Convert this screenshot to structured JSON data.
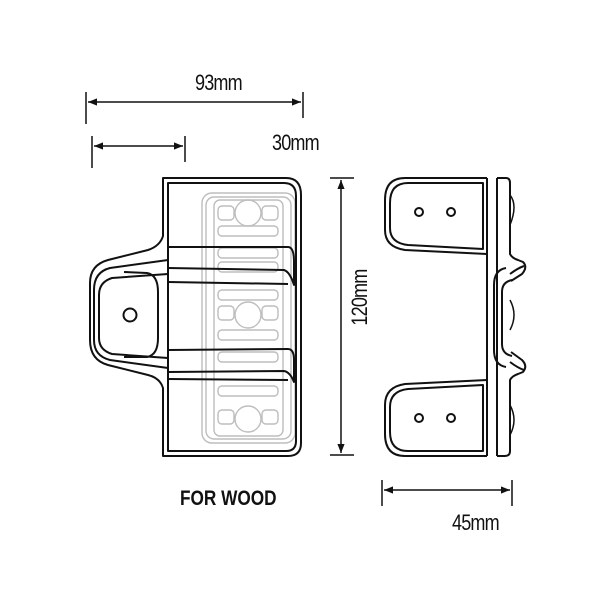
{
  "diagram": {
    "caption": "FOR WOOD",
    "dimensions": {
      "overall_width": "93mm",
      "tab_width": "30mm",
      "height": "120mm",
      "depth": "45mm"
    },
    "views": [
      {
        "name": "front-view",
        "description": "Bracket front with fold-out tab and hole"
      },
      {
        "name": "side-view",
        "description": "Bracket side with two mounting plates, each with two holes"
      }
    ],
    "colors": {
      "line": "#111111",
      "ghost_line": "#bdbdbd",
      "background": "#ffffff"
    }
  }
}
